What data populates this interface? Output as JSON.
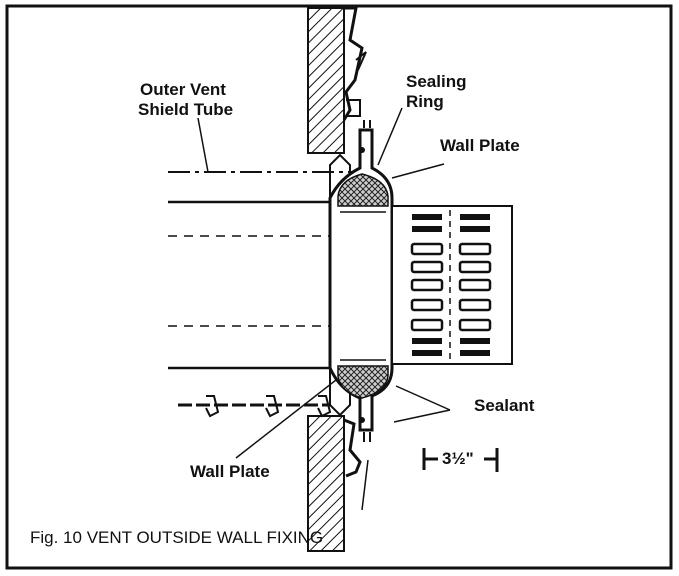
{
  "labels": {
    "outer_vent_line1": "Outer Vent",
    "outer_vent_line2": "Shield Tube",
    "sealing_line1": "Sealing",
    "sealing_line2": "Ring",
    "wall_plate_top": "Wall Plate",
    "sealant": "Sealant",
    "wall_plate_bottom": "Wall Plate",
    "dimension": "3½\""
  },
  "caption": "Fig. 10 VENT OUTSIDE WALL FIXING",
  "colors": {
    "ink": "#111111",
    "sealant_fill": "#b8b8b8",
    "paper": "#ffffff"
  }
}
